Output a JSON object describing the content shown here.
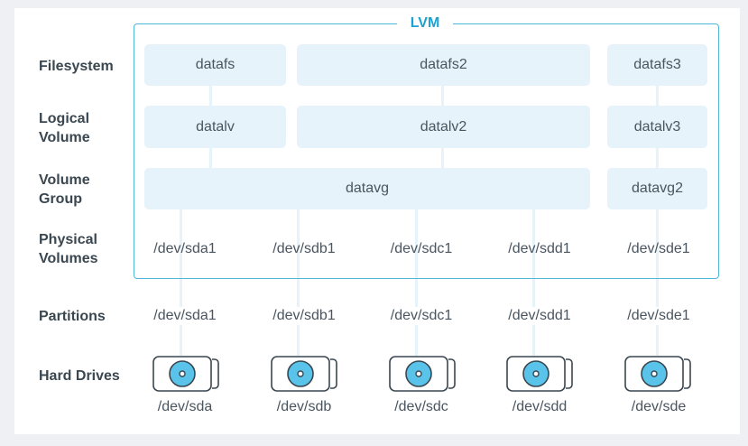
{
  "title": "LVM",
  "row_labels": {
    "filesystem": "Filesystem",
    "logical_volume_1": "Logical",
    "logical_volume_2": "Volume",
    "volume_group_1": "Volume",
    "volume_group_2": "Group",
    "physical_volumes_1": "Physical",
    "physical_volumes_2": "Volumes",
    "partitions": "Partitions",
    "hard_drives": "Hard Drives"
  },
  "filesystems": [
    "datafs",
    "datafs2",
    "datafs3"
  ],
  "logical_volumes": [
    "datalv",
    "datalv2",
    "datalv3"
  ],
  "volume_groups": [
    "datavg",
    "datavg2"
  ],
  "physical_volumes": [
    "/dev/sda1",
    "/dev/sdb1",
    "/dev/sdc1",
    "/dev/sdd1",
    "/dev/sde1"
  ],
  "partitions": [
    "/dev/sda1",
    "/dev/sdb1",
    "/dev/sdc1",
    "/dev/sdd1",
    "/dev/sde1"
  ],
  "drives": [
    "/dev/sda",
    "/dev/sdb",
    "/dev/sdc",
    "/dev/sdd",
    "/dev/sde"
  ],
  "colors": {
    "accent": "#1aa3d4",
    "box_fill": "#e6f3fb",
    "disk_blue": "#5ac3ea",
    "text": "#4a5560",
    "label": "#3a4750"
  }
}
